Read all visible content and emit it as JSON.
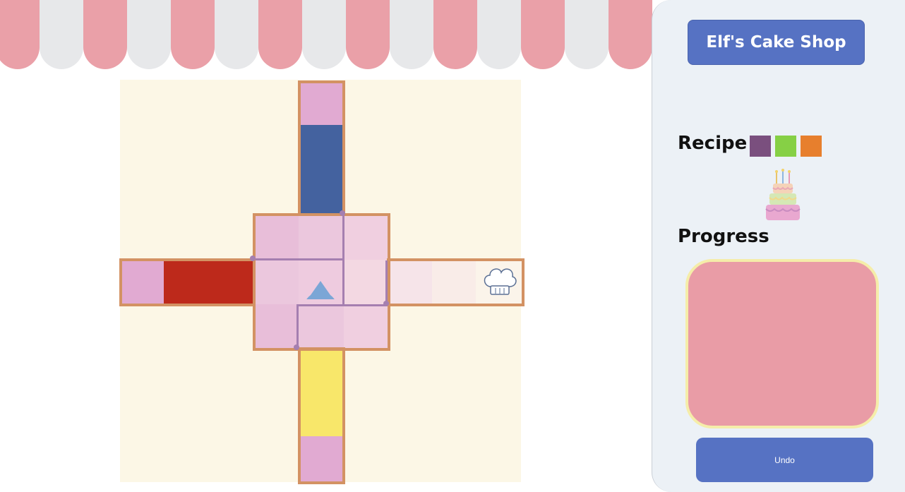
{
  "app": {
    "title": "Elf's Cake Shop"
  },
  "sidebar": {
    "recipe_label": "Recipe",
    "recipe_colors": [
      "#7a4f7e",
      "#86d045",
      "#e77f2d"
    ],
    "progress_label": "Progress",
    "progress_color": "#e99ca6",
    "undo_label": "Undo"
  },
  "colors": {
    "awning_pink": "#eaa0a8",
    "awning_white": "#e7e8ea",
    "board_background": "#fcf7e6",
    "track_border": "#d39263",
    "blue_tile": "#44629f",
    "red_tile": "#bd291b",
    "yellow_tile": "#f8e76a",
    "pink_tile": "#e1aad2",
    "player": "#7ba6d6",
    "button": "#5672c3"
  },
  "icons": {
    "player": "pacman-player-icon",
    "chef": "chef-hat-icon",
    "cake": "birthday-cake-icon"
  }
}
